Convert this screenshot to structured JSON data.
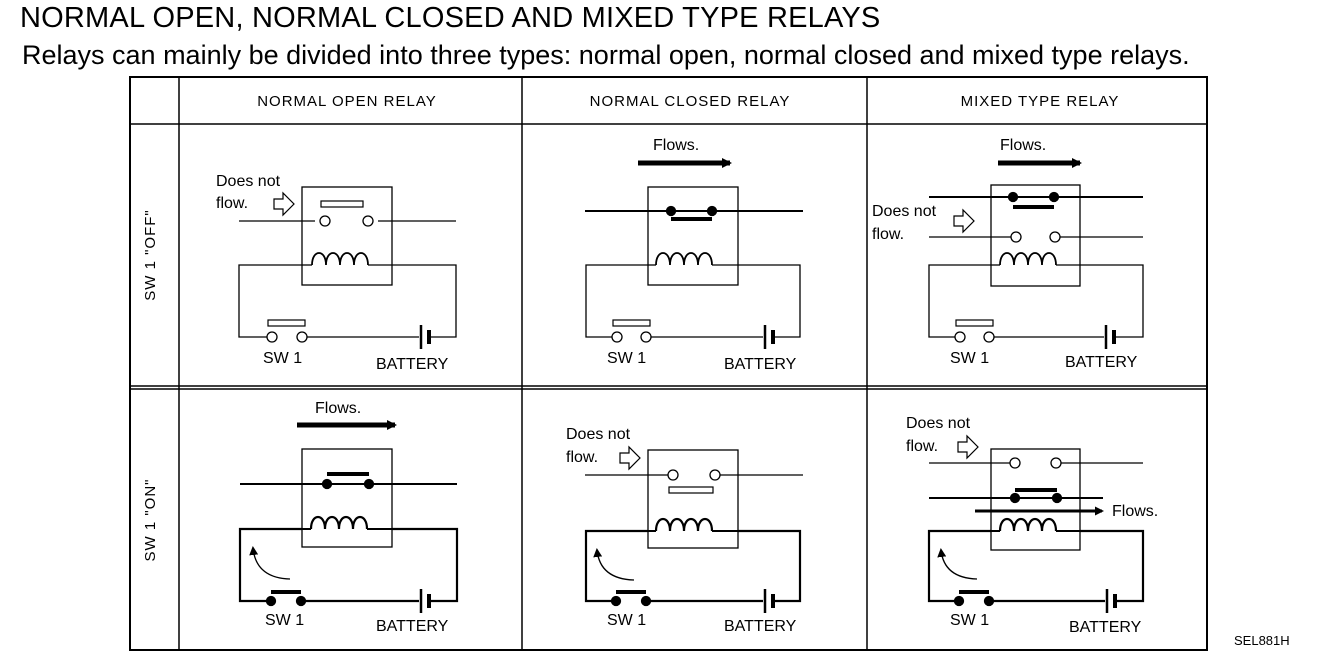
{
  "title": "NORMAL OPEN, NORMAL CLOSED AND MIXED TYPE RELAYS",
  "subtitle": "Relays can mainly be divided into three types: normal open, normal closed and mixed type relays.",
  "columns": [
    "NORMAL OPEN RELAY",
    "NORMAL CLOSED RELAY",
    "MIXED TYPE RELAY"
  ],
  "rows": [
    "SW 1 \"OFF\"",
    "SW 1 \"ON\""
  ],
  "labels": {
    "flows": "Flows.",
    "does_not": "Does not",
    "flow": "flow.",
    "switch": "SW 1",
    "battery": "BATTERY"
  },
  "figure_code": "SEL881H",
  "colors": {
    "line": "#000000",
    "background": "#ffffff"
  }
}
